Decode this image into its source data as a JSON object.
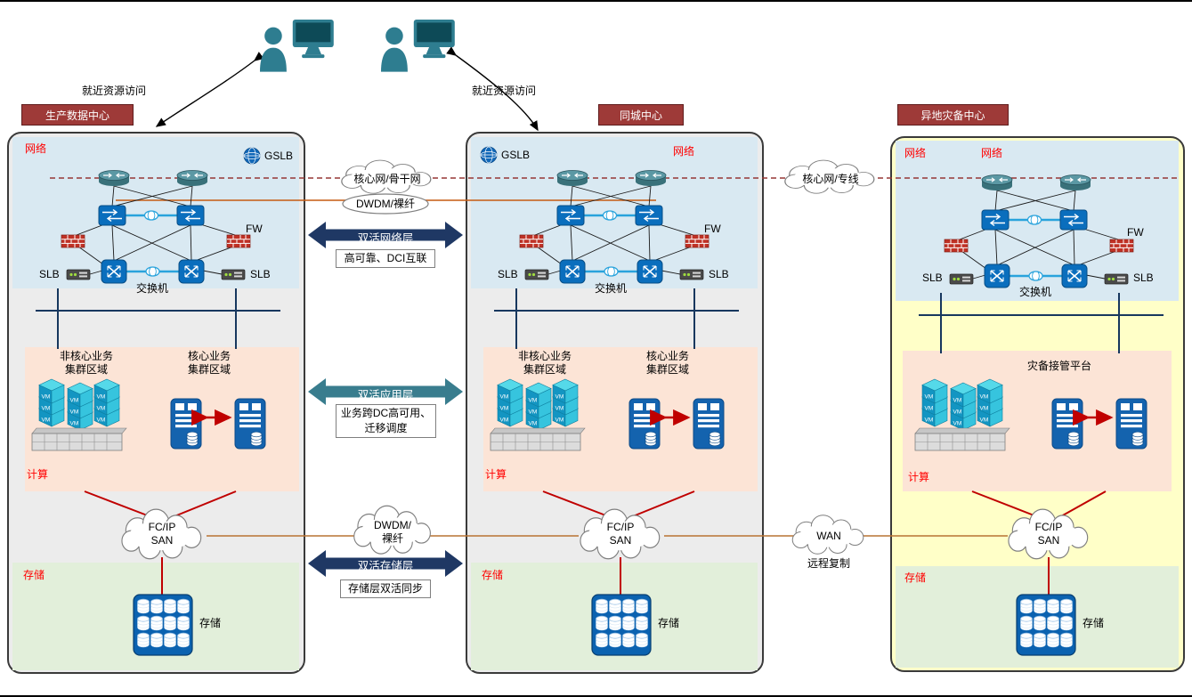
{
  "top": {
    "access_left": "就近资源访问",
    "access_right": "就近资源访问"
  },
  "layers": {
    "network": {
      "title": "双活网络层",
      "subtitle": "高可靠、DCI互联"
    },
    "app": {
      "title": "双活应用层",
      "subtitle": "业务跨DC高可用、迁移调度"
    },
    "storage": {
      "title": "双活存储层",
      "subtitle": "存储层双活同步"
    }
  },
  "wan_links": {
    "backbone": "核心网/骨干网",
    "dwdm_top": "DWDM/裸纤",
    "leased": "核心网/专线",
    "dwdm_bottom_l1": "DWDM/",
    "dwdm_bottom_l2": "裸纤",
    "wan": "WAN",
    "wan_note": "远程复制"
  },
  "prod": {
    "title": "生产数据中心",
    "network": "网络",
    "gslb": "GSLB",
    "fw": "FW",
    "slb_l": "SLB",
    "slb_r": "SLB",
    "switch": "交换机",
    "noncore1": "非核心业务",
    "noncore2": "集群区域",
    "core1": "核心业务",
    "core2": "集群区域",
    "compute": "计算",
    "san1": "FC/IP",
    "san2": "SAN",
    "storage": "存储",
    "storage_dev": "存储"
  },
  "metro": {
    "title": "同城中心",
    "network": "网络",
    "gslb": "GSLB",
    "fw": "FW",
    "slb_l": "SLB",
    "slb_r": "SLB",
    "switch": "交换机",
    "noncore1": "非核心业务",
    "noncore2": "集群区域",
    "core1": "核心业务",
    "core2": "集群区域",
    "compute": "计算",
    "san1": "FC/IP",
    "san2": "SAN",
    "storage": "存储",
    "storage_dev": "存储"
  },
  "dr": {
    "title": "异地灾备中心",
    "network_a": "网络",
    "network_b": "网络",
    "fw": "FW",
    "slb_l": "SLB",
    "slb_r": "SLB",
    "switch": "交换机",
    "platform": "灾备接管平台",
    "compute": "计算",
    "san1": "FC/IP",
    "san2": "SAN",
    "storage": "存储",
    "storage_dev": "存储"
  },
  "icons": {
    "vm_label": "VM"
  },
  "colors": {
    "header": "#9e3a38",
    "network_zone": "#d9e9f2",
    "compute_zone": "#fce4d6",
    "storage_zone": "#e2efda",
    "dr_panel": "#ffffc8",
    "navy_arrow": "#1f3864",
    "teal_arrow": "#397d8e",
    "red_link": "#c00000",
    "device_blue": "#0a6ebd"
  }
}
